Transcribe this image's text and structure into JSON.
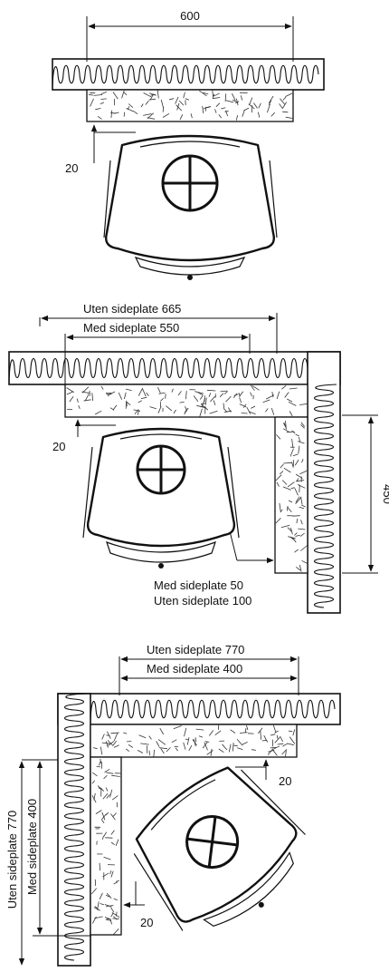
{
  "diagram1": {
    "width_label": "600",
    "gap_label": "20"
  },
  "diagram2": {
    "uten_label": "Uten sideplate 665",
    "med_label": "Med sideplate 550",
    "gap_label": "20",
    "side_label": "450",
    "note_med": "Med sideplate 50",
    "note_uten": "Uten sideplate 100"
  },
  "diagram3": {
    "uten_label": "Uten sideplate 770",
    "med_label": "Med sideplate 400",
    "gap_top_label": "20",
    "gap_left_label": "20",
    "vert_uten_label": "Uten sideplate 770",
    "vert_med_label": "Med sideplate 400"
  }
}
